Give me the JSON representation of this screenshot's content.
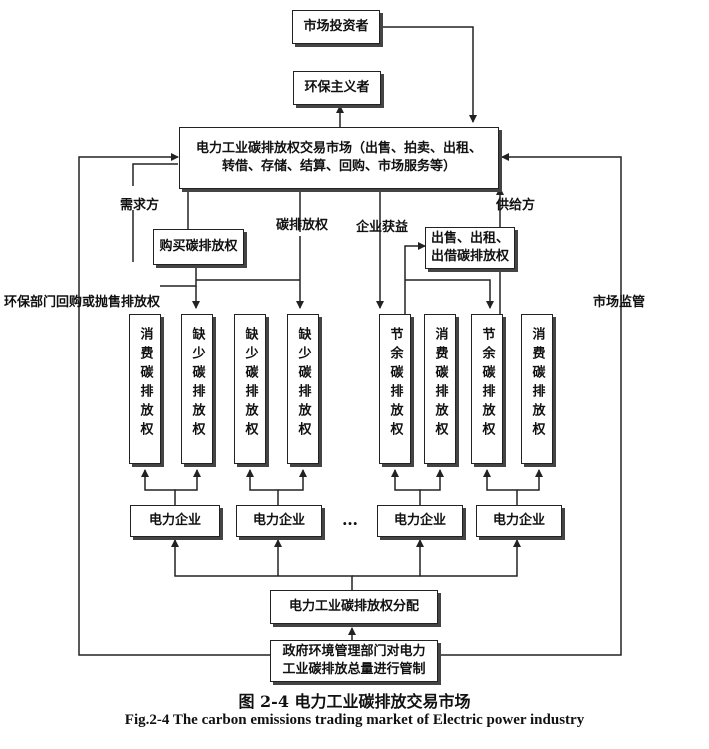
{
  "nodes": {
    "investor": "市场投资者",
    "environmentalist": "环保主义者",
    "market": "电力工业碳排放权交易市场（出售、拍卖、出租、转借、存储、结算、回购、市场服务等）",
    "buy": "购买碳排放权",
    "sell": "出售、出租、出借碳排放权",
    "allocation": "电力工业碳排放权分配",
    "government": "政府环境管理部门对电力工业碳排放总量进行管制",
    "enterprise": "电力企业",
    "ellipsis": "…"
  },
  "columns": [
    "消费碳排放权",
    "缺少碳排放权",
    "缺少碳排放权",
    "缺少碳排放权",
    "节余碳排放权",
    "消费碳排放权",
    "节余碳排放权",
    "消费碳排放权"
  ],
  "labels": {
    "demand": "需求方",
    "emission_rights": "碳排放权",
    "enterprise_gain": "企业获益",
    "supply": "供给方",
    "env_buyback": "环保部门回购或抛售排放权",
    "supervision": "市场监管"
  },
  "caption": {
    "cn": "图 2-4  电力工业碳排放交易市场",
    "en": "Fig.2-4 The carbon emissions trading market of Electric power industry"
  }
}
